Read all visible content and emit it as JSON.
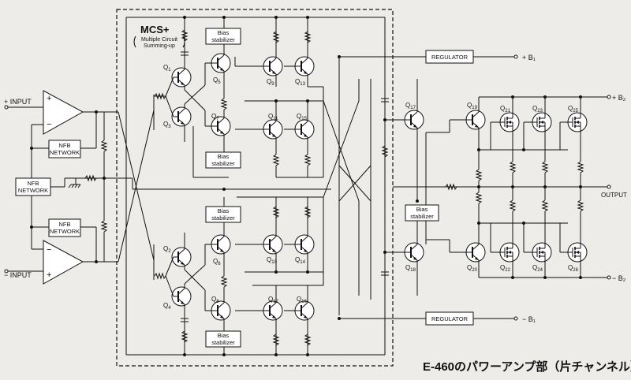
{
  "diagram": {
    "caption": "E-460のパワーアンプ部（片チャンネル）",
    "inputs": {
      "plus": "+ INPUT",
      "minus": "− INPUT"
    },
    "output": "OUTPUT",
    "rails": {
      "pos_b1": "+ B₁",
      "neg_b1": "− B₁",
      "pos_b2": "+ B₂",
      "neg_b2": "− B₂"
    },
    "mcs": {
      "title": "MCS+",
      "subtitle_1": "Multiple Circuit",
      "subtitle_2": "Summing-up"
    },
    "blocks": {
      "nfb": "NFB",
      "network": "NETWORK",
      "bias": "Bias",
      "stabilizer": "stabilizer",
      "regulator": "REGULATOR"
    },
    "opamp_signs": {
      "plus": "+",
      "minus": "−"
    },
    "transistors": {
      "q1": {
        "q": "Q",
        "n": "1"
      },
      "q2": {
        "q": "Q",
        "n": "2"
      },
      "q3": {
        "q": "Q",
        "n": "3"
      },
      "q4": {
        "q": "Q",
        "n": "4"
      },
      "q5": {
        "q": "Q",
        "n": "5"
      },
      "q6": {
        "q": "Q",
        "n": "6"
      },
      "q7": {
        "q": "Q",
        "n": "7"
      },
      "q8": {
        "q": "Q",
        "n": "8"
      },
      "q9": {
        "q": "Q",
        "n": "9"
      },
      "q10": {
        "q": "Q",
        "n": "10"
      },
      "q11": {
        "q": "Q",
        "n": "11"
      },
      "q12": {
        "q": "Q",
        "n": "12"
      },
      "q13": {
        "q": "Q",
        "n": "13"
      },
      "q14": {
        "q": "Q",
        "n": "14"
      },
      "q15": {
        "q": "Q",
        "n": "15"
      },
      "q16": {
        "q": "Q",
        "n": "16"
      },
      "q17": {
        "q": "Q",
        "n": "17"
      },
      "q18": {
        "q": "Q",
        "n": "18"
      },
      "q19": {
        "q": "Q",
        "n": "19"
      },
      "q20": {
        "q": "Q",
        "n": "20"
      },
      "q21": {
        "q": "Q",
        "n": "21"
      },
      "q22": {
        "q": "Q",
        "n": "22"
      },
      "q23": {
        "q": "Q",
        "n": "23"
      },
      "q24": {
        "q": "Q",
        "n": "24"
      },
      "q25": {
        "q": "Q",
        "n": "25"
      },
      "q26": {
        "q": "Q",
        "n": "26"
      }
    }
  }
}
